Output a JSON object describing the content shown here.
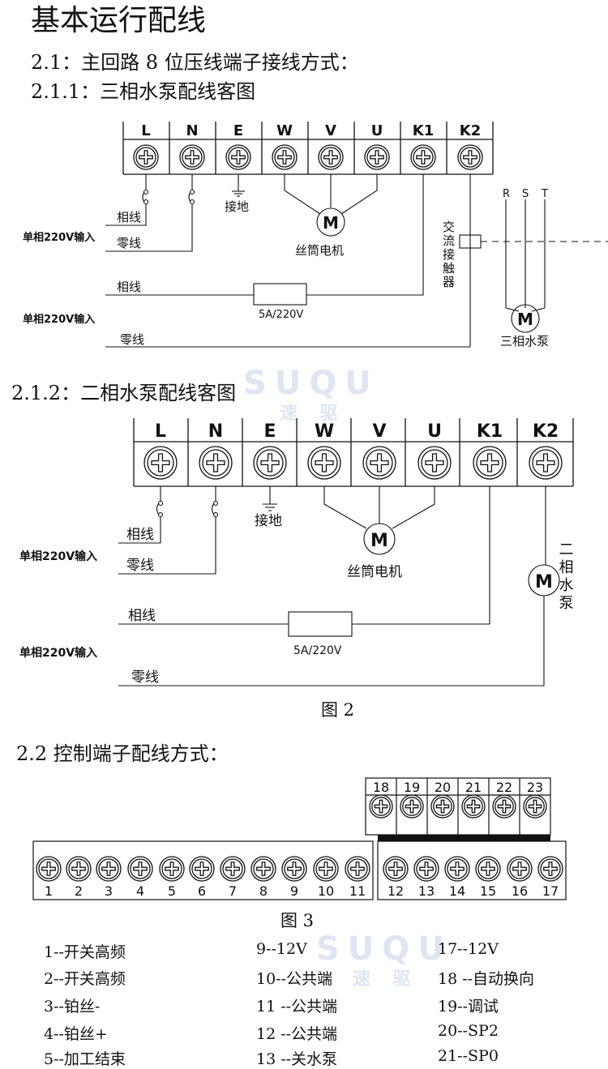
{
  "title": "基本运行配线",
  "sections": {
    "s21": "2.1：主回路 8 位压线端子接线方式：",
    "s211": "2.1.1：三相水泵配线客图",
    "s212": "2.1.2：二相水泵配线客图",
    "s22": "2.2  控制端子配线方式："
  },
  "diagram1": {
    "terminals": [
      "L",
      "N",
      "E",
      "W",
      "V",
      "U",
      "K1",
      "K2"
    ],
    "phase_wire": "相线",
    "neutral_wire": "零线",
    "input_label": "单相220V输入",
    "ground": "接地",
    "motor_letter": "M",
    "motor_label": "丝筒电机",
    "fuse": "5A/220V",
    "contactor": "交流接触器",
    "phases": [
      "R",
      "S",
      "T"
    ],
    "pump_label": "三相水泵"
  },
  "diagram2": {
    "terminals": [
      "L",
      "N",
      "E",
      "W",
      "V",
      "U",
      "K1",
      "K2"
    ],
    "phase_wire": "相线",
    "neutral_wire": "零线",
    "input_label": "单相220V输入",
    "ground": "接地",
    "motor_letter": "M",
    "motor_label": "丝筒电机",
    "fuse": "5A/220V",
    "pump_label": "二相水泵",
    "caption": "图 2"
  },
  "diagram3": {
    "top_terminals": [
      "18",
      "19",
      "20",
      "21",
      "22",
      "23"
    ],
    "bottom_terminals": [
      "1",
      "2",
      "3",
      "4",
      "5",
      "6",
      "7",
      "8",
      "9",
      "10",
      "11",
      "12",
      "13",
      "14",
      "15",
      "16",
      "17"
    ],
    "caption": "图 3"
  },
  "legend": [
    [
      "1--开关高频",
      "9--12V",
      "17--12V"
    ],
    [
      "2--开关高频",
      "10--公共端",
      "18 --自动换向"
    ],
    [
      "3--铂丝-",
      "11 --公共端",
      "19--调试"
    ],
    [
      "4--铂丝+",
      "12 --公共端",
      "20--SP2"
    ],
    [
      "5--加工结束",
      "13 --关水泵",
      "21--SP0"
    ]
  ],
  "watermark": {
    "brand": "SUQU",
    "sub": "速 驱"
  }
}
